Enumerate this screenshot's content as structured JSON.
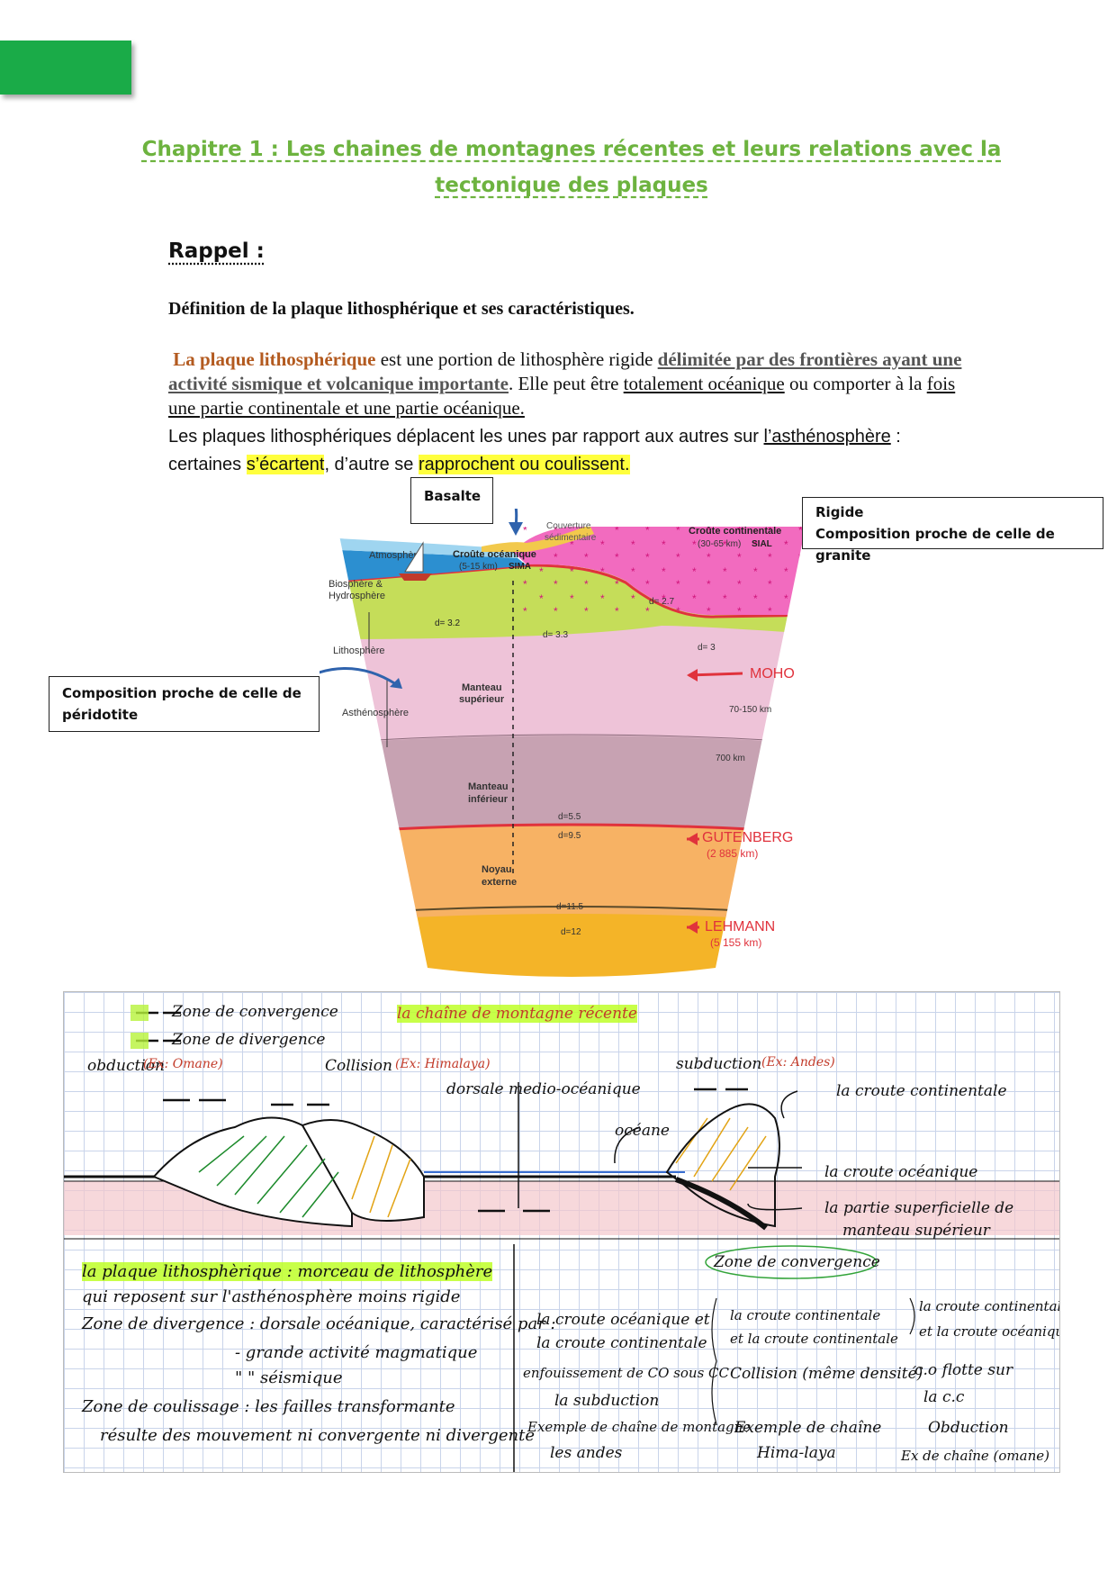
{
  "title": {
    "line1": "Chapitre 1 : Les chaines de montagnes récentes et leurs relations avec la",
    "line2": "tectonique des plaques"
  },
  "rappel": "Rappel :",
  "definition_title": "Définition de la plaque lithosphérique et ses caractéristiques.",
  "para1": {
    "term": "La plaque lithosphérique",
    "t1": " est une portion de lithosphère rigide ",
    "u1": "délimitée par des frontières ayant une activité sismique et volcanique importante",
    "t2": ". Elle peut être ",
    "u2": "totalement océanique",
    "t3": " ou comporter à la ",
    "u3": "fois une partie continentale et une partie océanique."
  },
  "para2": {
    "t1": "Les plaques lithosphériques déplacent les unes par rapport aux autres sur ",
    "u1": "l’asthénosphère",
    "t2": " :",
    "t3": "certaines ",
    "h1": "s’écartent",
    "t4": ", d’autre se ",
    "h2": "rapprochent ou coulissent."
  },
  "boxes": {
    "basalte": "Basalte",
    "rigide_line1": "Rigide",
    "rigide_line2": "Composition proche de celle de granite",
    "peridotite_line1": "Composition proche de celle de",
    "peridotite_line2": "péridotite"
  },
  "earth_diagram": {
    "atmosphere": "Atmosphère",
    "biosphere1": "Biosphère &",
    "biosphere2": "Hydrosphère",
    "lithosphere": "Lithosphère",
    "asthenosphere": "Asthénosphère",
    "croute_oce1": "Croûte océanique",
    "croute_oce2": "(5-15 km)",
    "croute_oce3": "SIMA",
    "couverture1": "Couverture",
    "couverture2": "sédimentaire",
    "croute_cont1": "Croûte continentale",
    "croute_cont2": "(30-65 km)",
    "croute_cont3": "SIAL",
    "d27": "d= 2.7",
    "d3": "d= 3",
    "d32": "d= 3.2",
    "d33": "d= 3.3",
    "moho": "MOHO",
    "km70": "70-150 km",
    "manteau_sup1": "Manteau",
    "manteau_sup2": "supérieur",
    "km700": "700 km",
    "manteau_inf1": "Manteau",
    "manteau_inf2": "inférieur",
    "d55": "d=5.5",
    "d95": "d=9.5",
    "gutenberg": "GUTENBERG",
    "gutenberg_km": "(2 885 km)",
    "noyau1": "Noyau",
    "noyau2": "externe",
    "d115": "d=11.5",
    "lehmann": "LEHMANN",
    "lehmann_km": "(5 155 km)",
    "d12": "d=12"
  },
  "notes": {
    "zone_conv": "Zone de convergence",
    "zone_div": "Zone de divergence",
    "chaine": "la chaîne de montagne récente",
    "obduction": "obduction",
    "ex_omane": "(Ex: Omane)",
    "collision": "Collision",
    "ex_himalaya": "(Ex: Himalaya)",
    "dorsale": "dorsale medio-océanique",
    "subduction": "subduction",
    "ex_andes": "(Ex: Andes)",
    "croute_cont": "la croute continentale",
    "ocean": "océane",
    "croute_oce": "la croute océanique",
    "partie1": "la partie superficielle de",
    "partie2": "manteau supérieur",
    "plaque1": "la plaque lithosphèrique : morceau de lithosphère",
    "plaque2": "qui reposent sur l'asthénosphère moins rigide",
    "div1": "Zone de divergence : dorsale océanique, caractérisé par :",
    "div2": "- grande activité magmatique",
    "div3": "\"   \"   séismique",
    "coul1": "Zone de coulissage : les failles transformante",
    "coul2": "résulte des mouvement ni convergente ni divergente",
    "zone_conv2": "Zone de convergence",
    "c1a": "la croute océanique et",
    "c1b": "la croute continentale",
    "c1c": "enfouissement de CO sous CC",
    "c1d": "la subduction",
    "c1e": "Exemple de chaîne de montagne",
    "c1f": "les andes",
    "c2a": "la croute continentale",
    "c2b": "et la croute continentale",
    "c2c": "Collision (même densité)",
    "c2d": "Exemple de chaîne",
    "c2e": "Hima-laya",
    "c3a": "la croute continentale",
    "c3b": "et la croute océanique",
    "c3c": "c.o flotte sur",
    "c3d": "la c.c",
    "c3e": "Obduction",
    "c3f": "Ex de chaîne (omane)"
  },
  "colors": {
    "title_green": "#6db33f",
    "tab_green": "#1aab48",
    "term_orange": "#b35a1f",
    "highlight_yellow": "#ffff3d",
    "moho_red": "#e0323c"
  }
}
